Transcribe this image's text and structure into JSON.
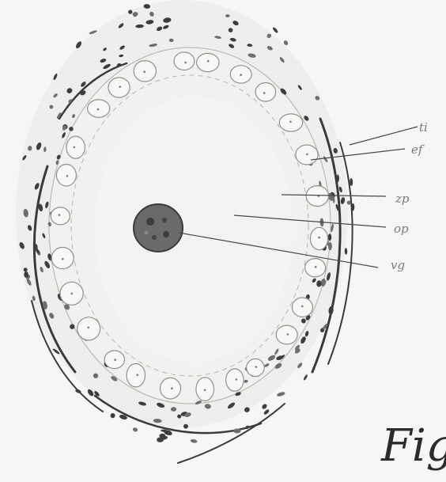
{
  "figure": {
    "caption": "Fig"
  },
  "labels": [
    {
      "id": "ti",
      "text": "ti"
    },
    {
      "id": "ef",
      "text": "ef"
    },
    {
      "id": "zp",
      "text": "zp"
    },
    {
      "id": "op",
      "text": "op"
    },
    {
      "id": "vg",
      "text": "vg"
    }
  ],
  "colors": {
    "background": "#f6f6f4",
    "ink": "#2e2e2e",
    "ink_light": "#9a9a9a",
    "nucleus": "#5a5a5a"
  }
}
